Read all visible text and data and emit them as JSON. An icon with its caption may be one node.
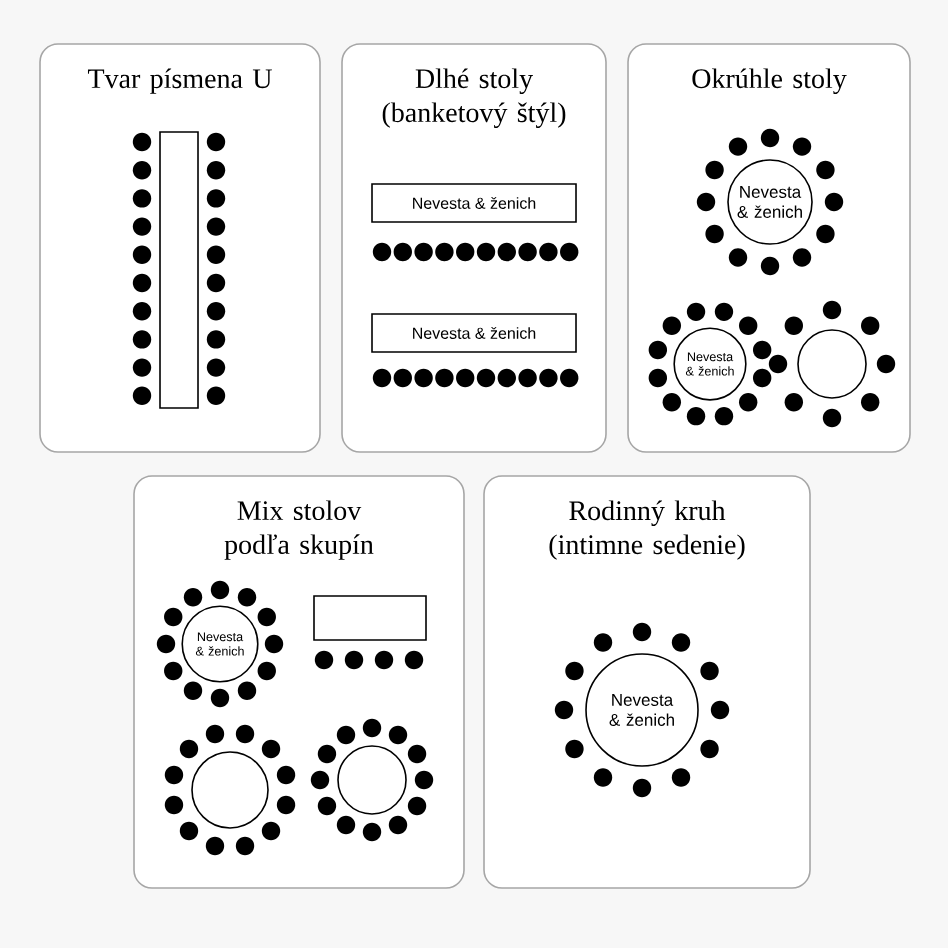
{
  "diagram": {
    "nodes": [
      {
        "text": [
          "Tvar písmena U"
        ]
      },
      {
        "text": [],
        "shape": "box",
        "in": 0
      },
      {
        "text": [
          "Dlhé stoly (banketový štýl)"
        ]
      },
      {
        "text": [
          "Nevesta & ženich"
        ],
        "in": 2
      },
      {
        "text": [
          "Nevesta & ženich"
        ],
        "in": 2
      },
      {
        "text": [
          "Okrúhle stoly"
        ]
      },
      {
        "text": [
          "Nevesta & ženich"
        ],
        "in": 5
      },
      {
        "text": [
          "Nevesta & ženich"
        ],
        "in": 5
      },
      {
        "text": [],
        "shape": "circle",
        "in": 5
      },
      {
        "text": [
          "Mix stolov podľa skupín"
        ]
      },
      {
        "text": [
          "Nevesta & ženich"
        ],
        "in": 9
      },
      {
        "text": [],
        "shape": "box",
        "in": 9
      },
      {
        "text": [],
        "shape": "circle",
        "in": 9
      },
      {
        "text": [],
        "shape": "circle",
        "in": 9
      },
      {
        "text": [
          "Rodinný kruh (intimne sedenie)"
        ]
      },
      {
        "text": [
          "Nevesta & ženich"
        ],
        "in": 14
      }
    ]
  }
}
